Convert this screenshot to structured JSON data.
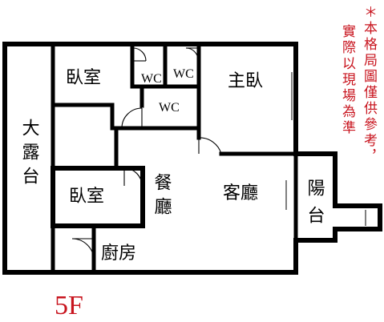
{
  "rooms": {
    "bedroom_top": "臥室",
    "wc_1": "WC",
    "wc_2": "WC",
    "wc_3": "WC",
    "master_bedroom": "主臥",
    "big_terrace": "大露台",
    "bedroom_middle": "臥室",
    "dining": "餐廳",
    "living": "客廳",
    "balcony": "陽台",
    "kitchen": "廚房"
  },
  "disclaimer": {
    "column_1": "＊本格局圖僅供參考，",
    "column_2": "實際以現場為準"
  },
  "floor_label": "5F",
  "colors": {
    "wall": "#000000",
    "note_red": "#c8141e",
    "background": "#ffffff"
  }
}
